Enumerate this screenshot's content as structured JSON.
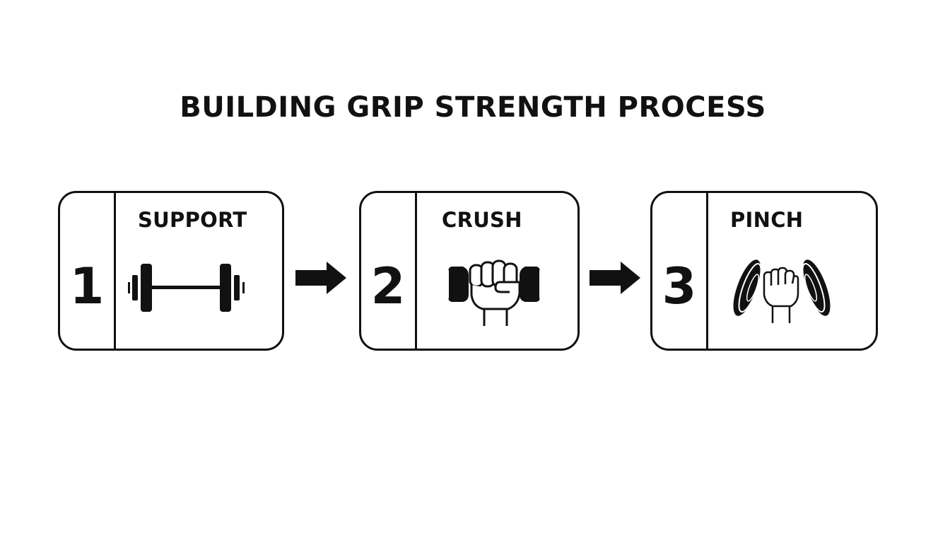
{
  "title": "BUILDING GRIP STRENGTH PROCESS",
  "steps": [
    {
      "number": "1",
      "label": "SUPPORT",
      "icon": "barbell-icon"
    },
    {
      "number": "2",
      "label": "CRUSH",
      "icon": "fist-gripping-dumbbell-icon"
    },
    {
      "number": "3",
      "label": "PINCH",
      "icon": "hand-pinching-plates-icon"
    }
  ],
  "connector_icon": "right-arrow-icon",
  "colors": {
    "stroke": "#111111",
    "background": "#ffffff"
  }
}
